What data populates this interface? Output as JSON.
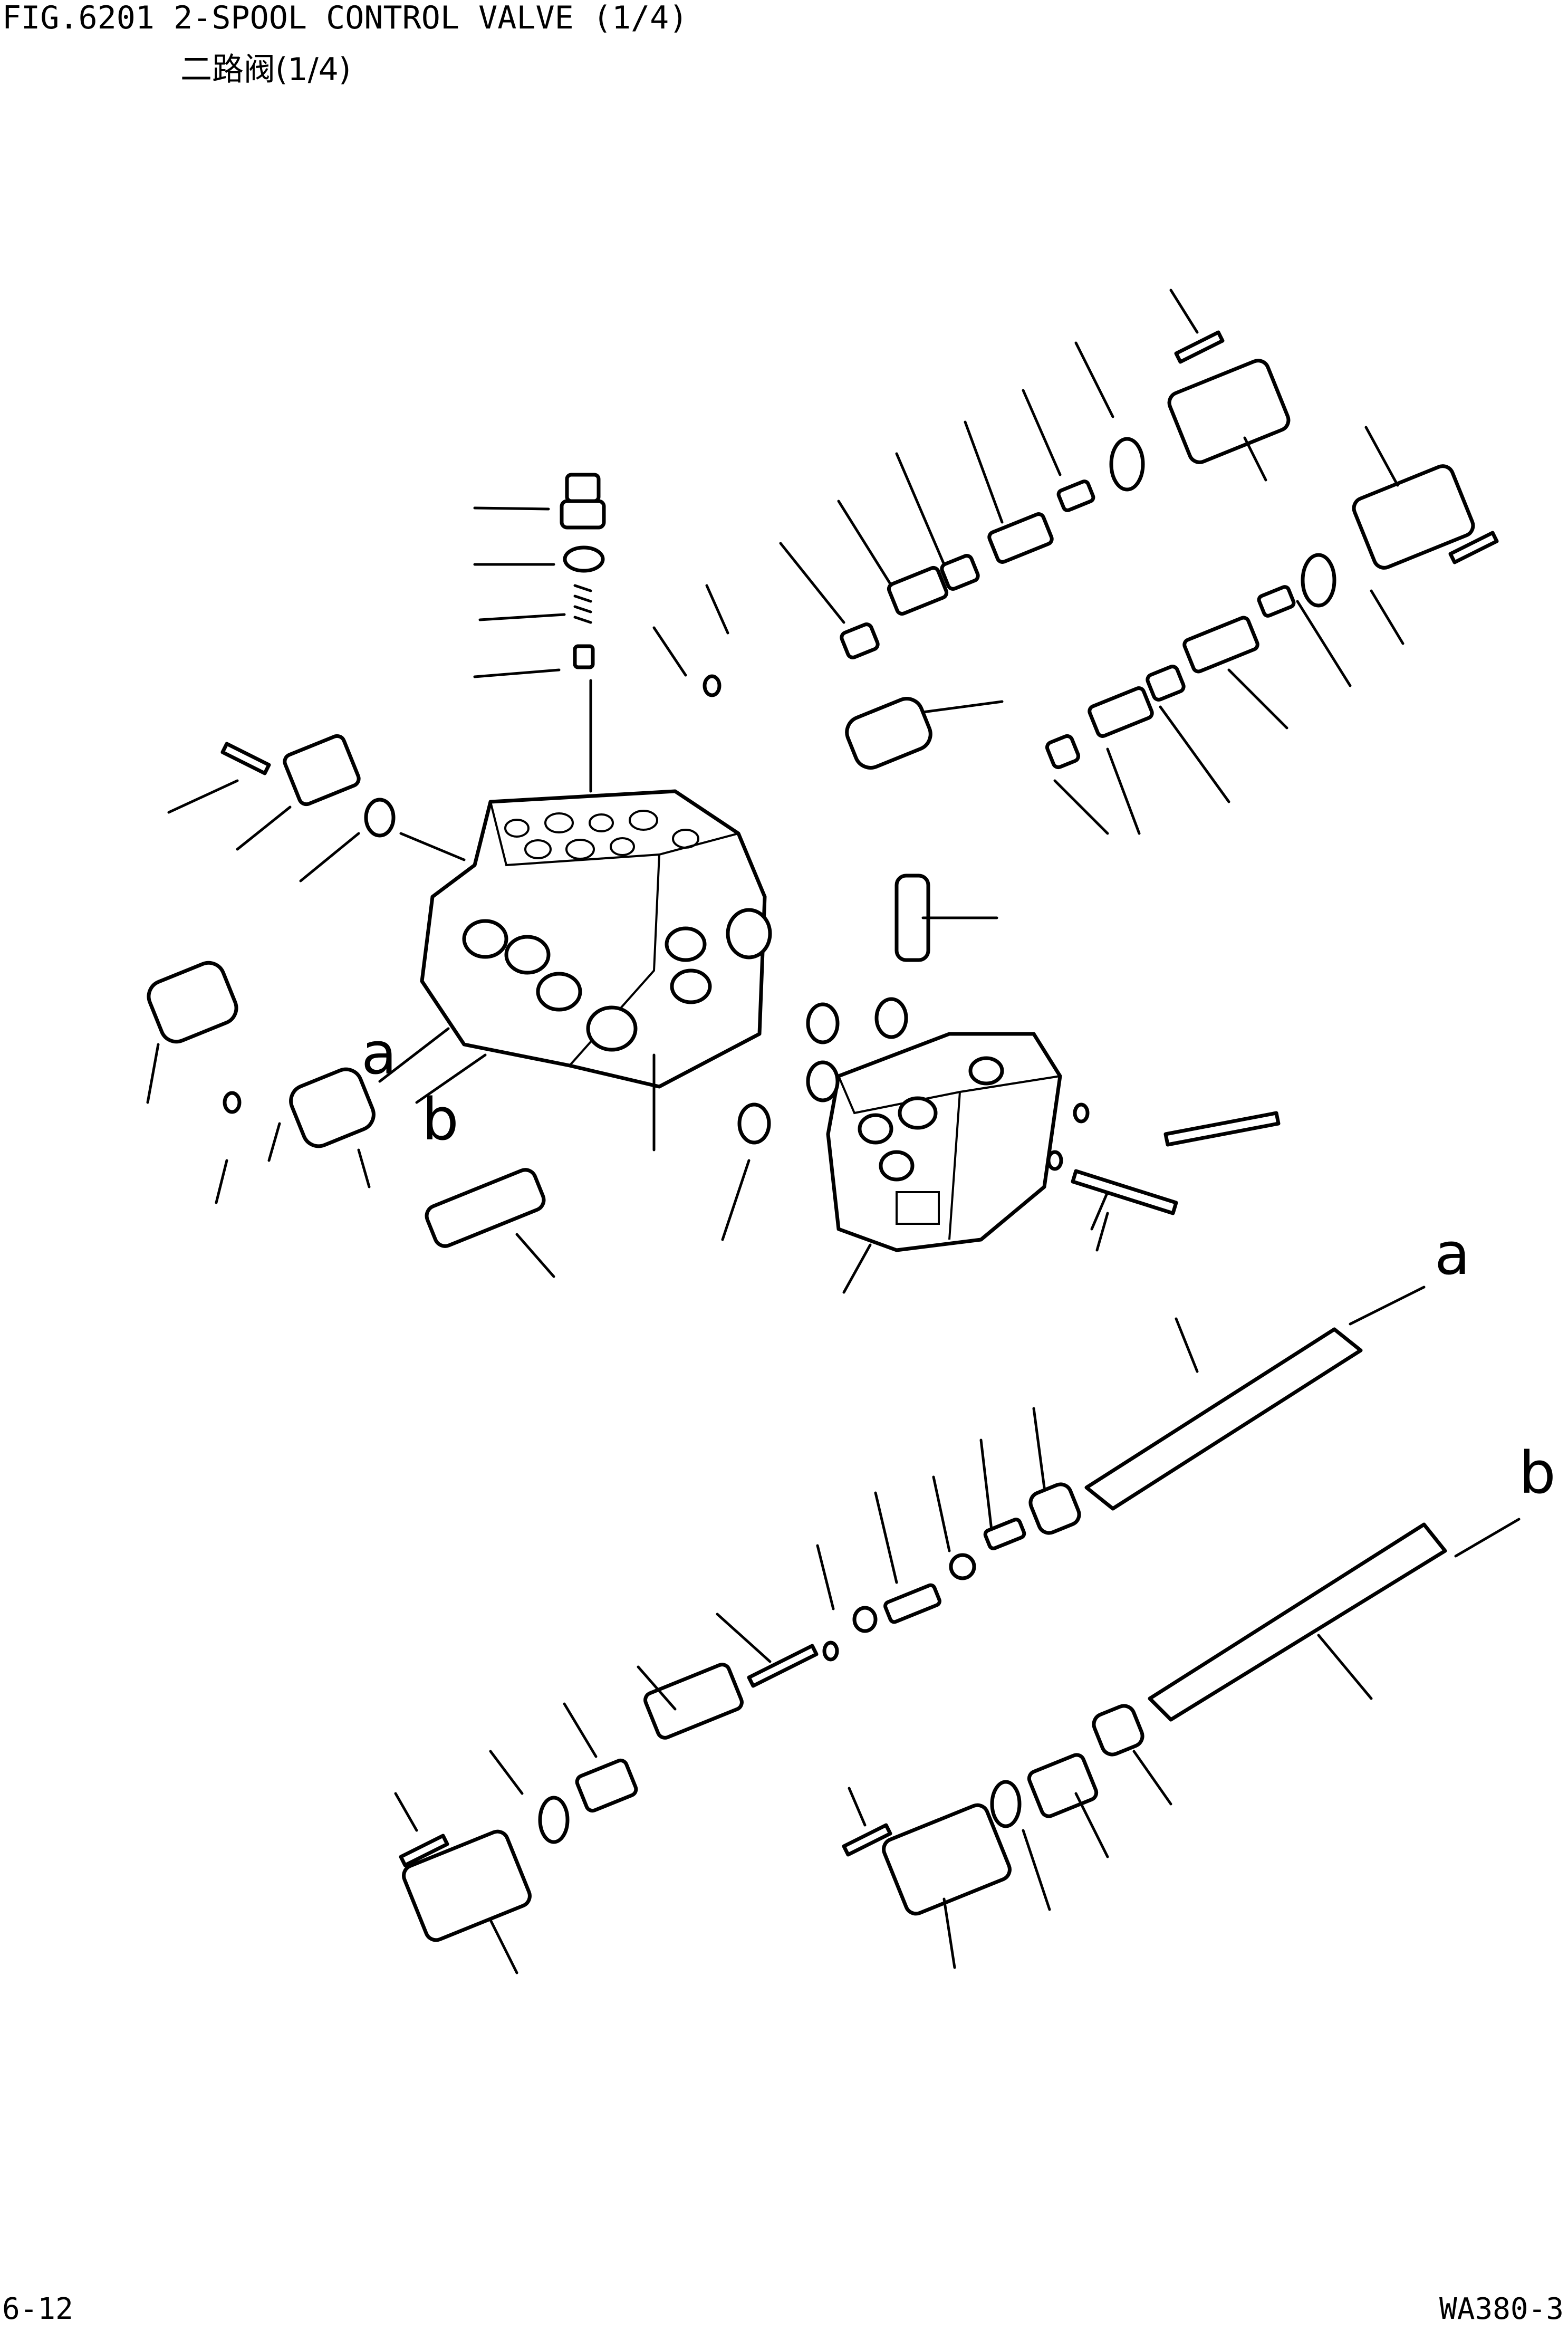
{
  "header": {
    "title_en": "FIG.6201 2-SPOOL CONTROL VALVE (1/4)",
    "title_zh": "二路阀(1/4)"
  },
  "footer": {
    "page_number": "6-12",
    "model": "WA380-3"
  },
  "diagram": {
    "flow_labels": [
      "a",
      "b",
      "a",
      "b"
    ]
  }
}
